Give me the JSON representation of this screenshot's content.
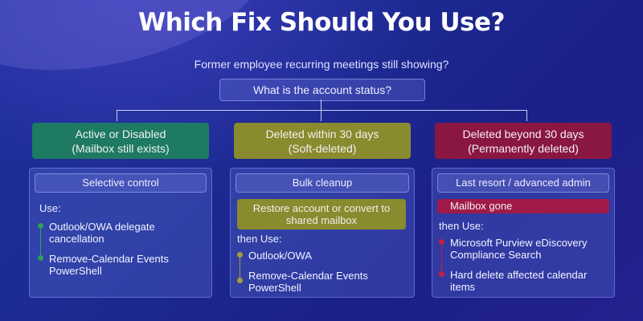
{
  "title": "Which Fix Should You Use?",
  "question": "Former employee recurring meetings still showing?",
  "status_question": "What is the account status?",
  "colors": {
    "green": "#1e7a62",
    "olive": "#8a8a2e",
    "crimson": "#8a1642",
    "green_dot": "#2fa05a",
    "olive_dot": "#a69a3c",
    "red_dot": "#c42040"
  },
  "branches": [
    {
      "category": {
        "line1": "Active or Disabled",
        "line2": "(Mailbox still exists)"
      },
      "panel_header": "Selective control",
      "use_label": "Use:",
      "items": [
        "Outlook/OWA delegate cancellation",
        "Remove-Calendar Events PowerShell"
      ]
    },
    {
      "category": {
        "line1": "Deleted within 30 days",
        "line2": "(Soft-deleted)"
      },
      "panel_header": "Bulk cleanup",
      "callout": "Restore account or convert to shared mailbox",
      "use_label": "then Use:",
      "items": [
        "Outlook/OWA",
        "Remove-Calendar Events PowerShell"
      ]
    },
    {
      "category": {
        "line1": "Deleted beyond 30 days",
        "line2": "(Permanently deleted)"
      },
      "panel_header": "Last resort / advanced admin",
      "callout": "Mailbox gone",
      "use_label": "then Use:",
      "items": [
        "Microsoft Purview eDiscovery Compliance Search",
        "Hard delete affected calendar items"
      ]
    }
  ]
}
